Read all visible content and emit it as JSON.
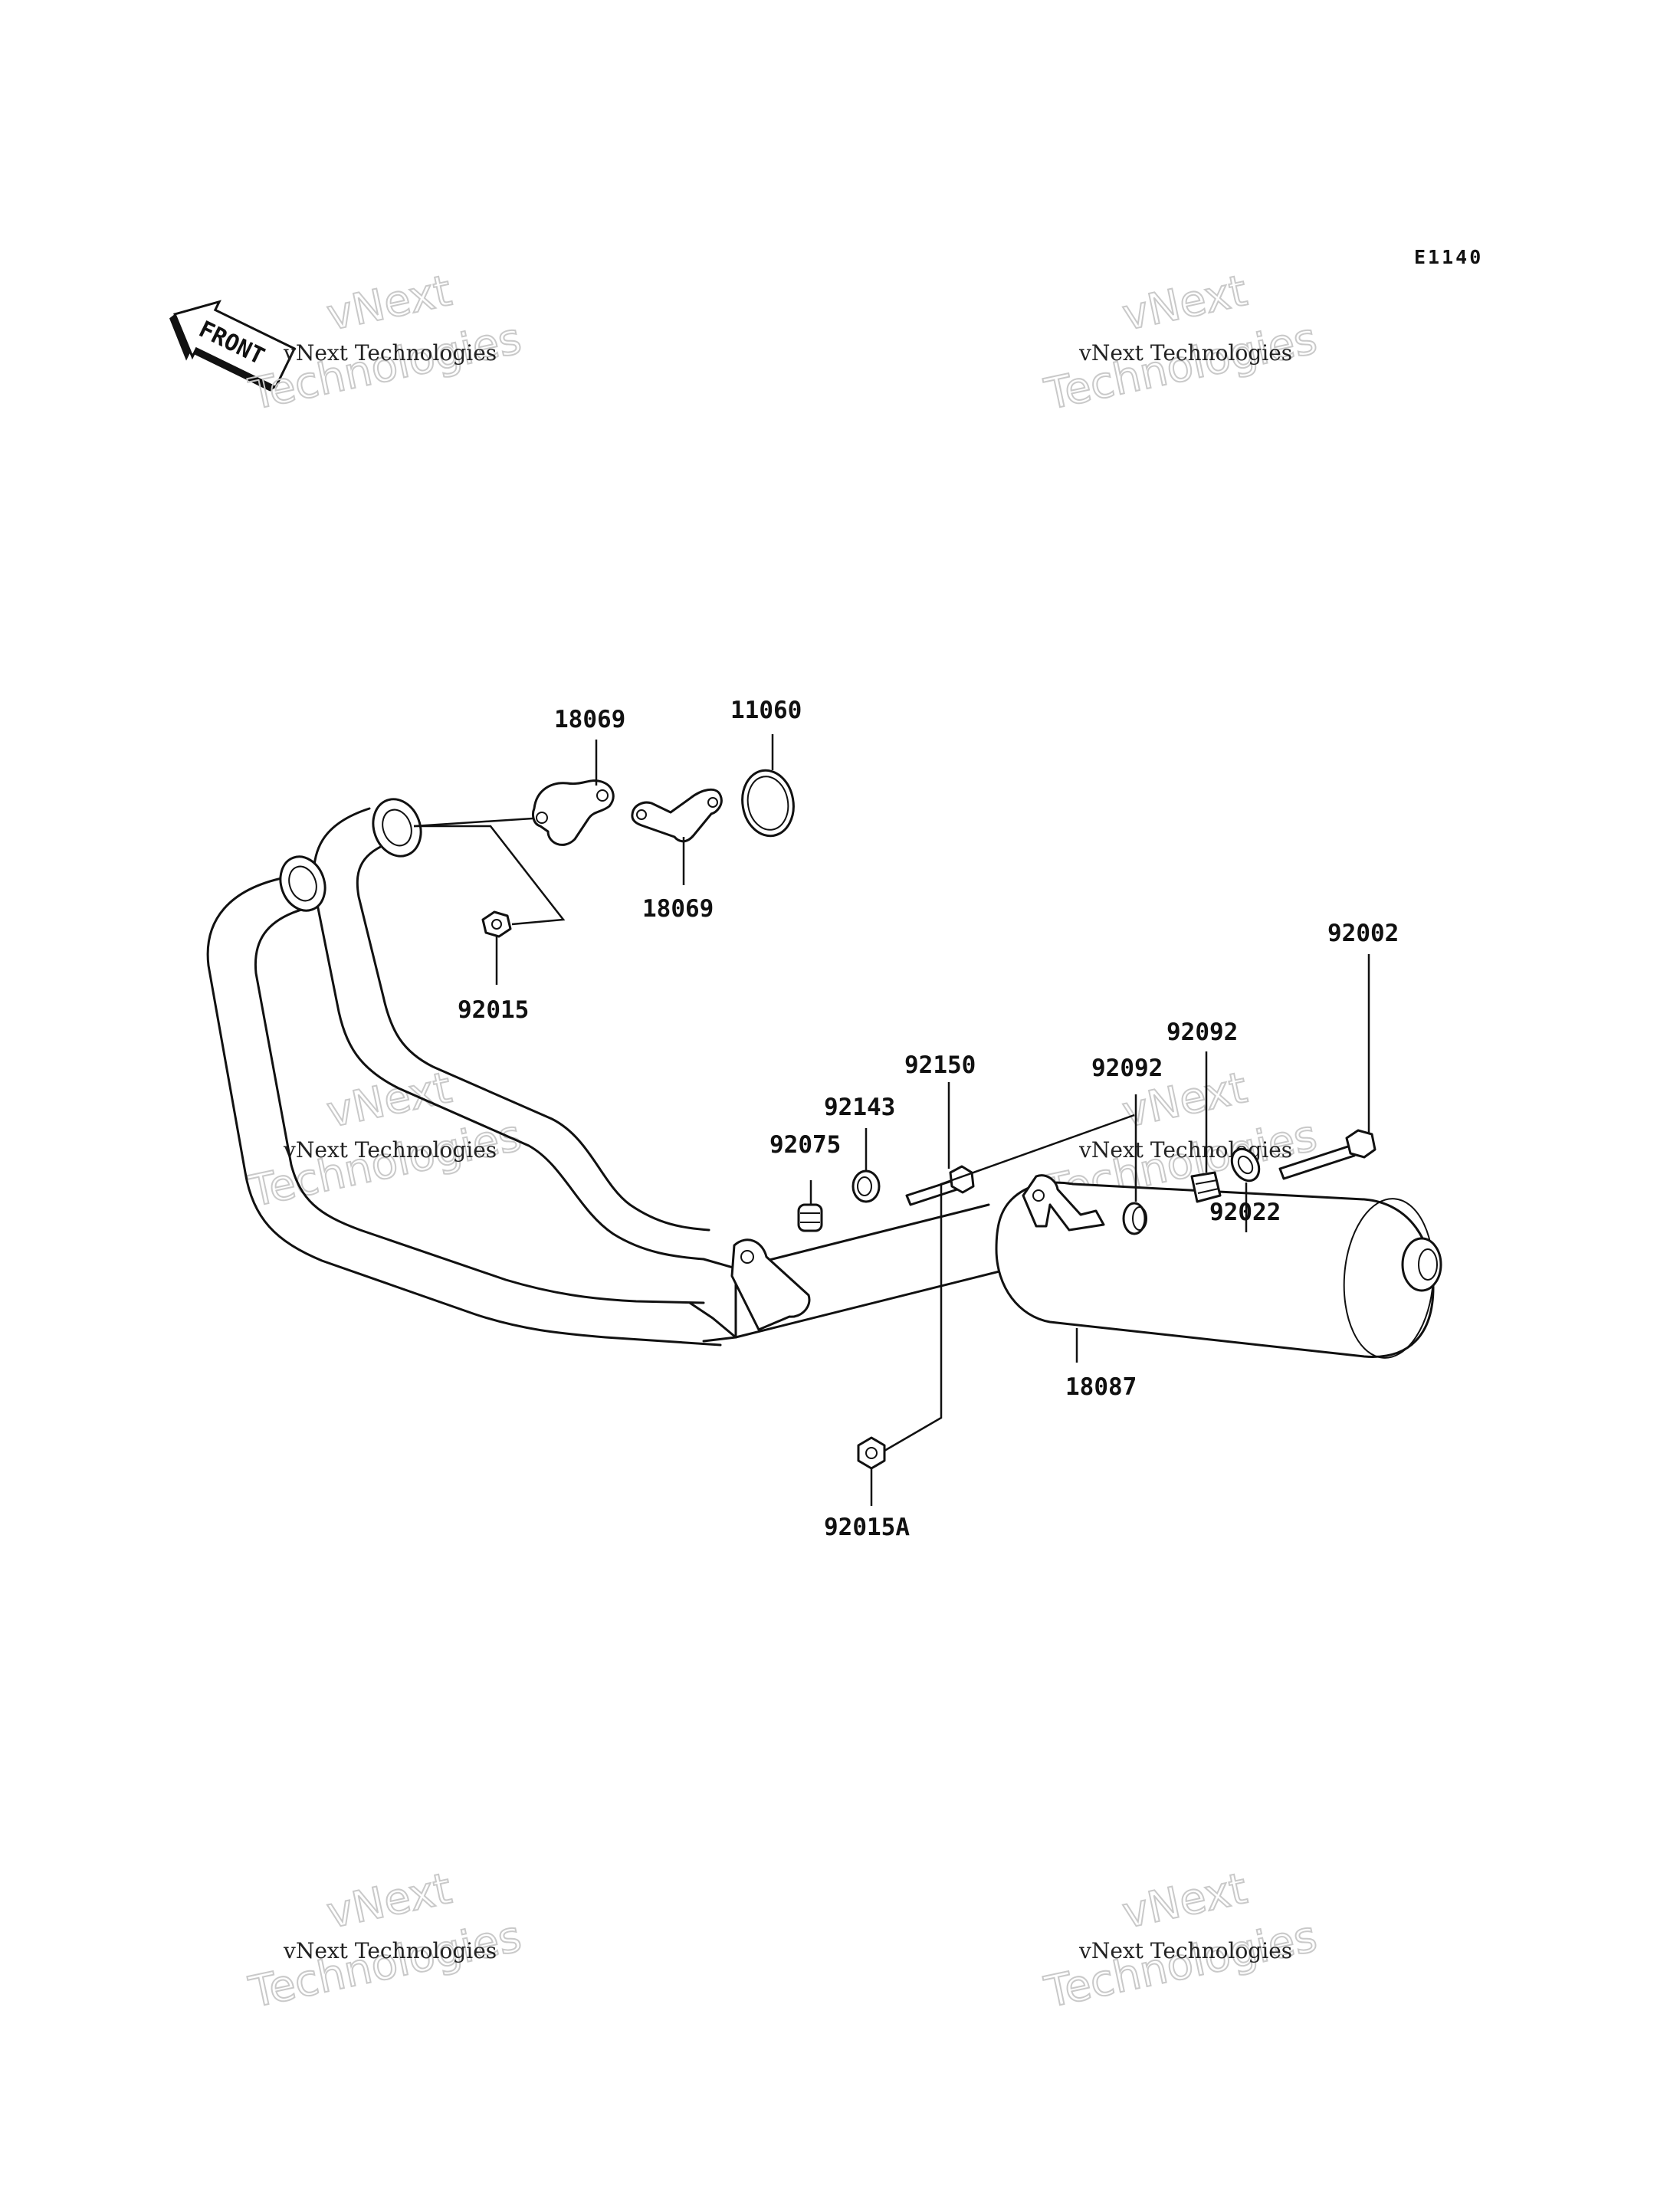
{
  "diagram": {
    "code": "E1140",
    "front_label": "FRONT",
    "watermark": {
      "line1": "vNext Technologies",
      "line2": "vNext",
      "line3": "Technologies"
    },
    "parts": [
      {
        "id": "p18069a",
        "number": "18069"
      },
      {
        "id": "p11060",
        "number": "11060"
      },
      {
        "id": "p18069b",
        "number": "18069"
      },
      {
        "id": "p92015",
        "number": "92015"
      },
      {
        "id": "p92002",
        "number": "92002"
      },
      {
        "id": "p92092a",
        "number": "92092"
      },
      {
        "id": "p92150",
        "number": "92150"
      },
      {
        "id": "p92092b",
        "number": "92092"
      },
      {
        "id": "p92143",
        "number": "92143"
      },
      {
        "id": "p92075",
        "number": "92075"
      },
      {
        "id": "p92022",
        "number": "92022"
      },
      {
        "id": "p18087",
        "number": "18087"
      },
      {
        "id": "p92015A",
        "number": "92015A"
      }
    ]
  }
}
